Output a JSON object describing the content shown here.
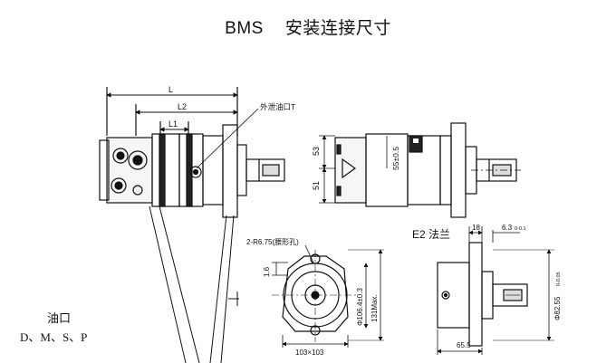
{
  "title": {
    "model": "BMS",
    "text": "安装连接尺寸"
  },
  "side_view": {
    "dim_L": "L",
    "dim_L2": "L2",
    "dim_L1": "L1",
    "external_drain": "外泄油口T"
  },
  "top_view": {
    "dim_53": "53",
    "dim_51": "51",
    "dim_55": "55±0.5"
  },
  "flange_front": {
    "holes": "2-R6.75(腰形孔)",
    "dim_16": "1.6",
    "dim_pilot": "Φ106.4±0.3",
    "dim_131": "131Max.",
    "dim_103": "103×103"
  },
  "flange_side": {
    "label": "E2 法兰",
    "dim_18": "18",
    "dim_63": "6.3",
    "dim_63_tol": "0-0.1",
    "dim_shaft": "Φ82.55",
    "dim_shaft_tol": "0-0.05",
    "dim_655": "65.5"
  },
  "oil_ports": {
    "title": "油口",
    "types": "D、M、S、P"
  }
}
